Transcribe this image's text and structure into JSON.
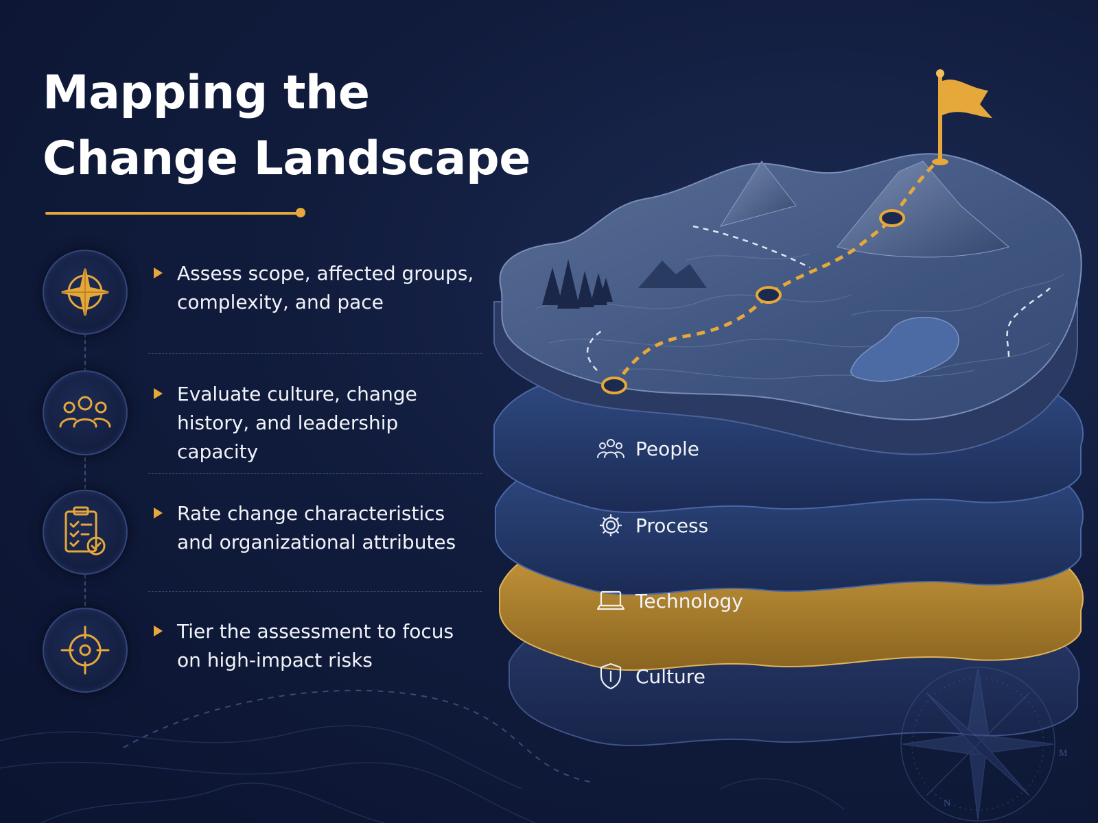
{
  "title": {
    "line1": "Mapping the",
    "line2": "Change Landscape"
  },
  "steps": [
    {
      "icon": "compass-star-icon",
      "text": "Assess scope, affected groups, complexity, and pace"
    },
    {
      "icon": "people-group-icon",
      "text": "Evaluate culture, change history, and leadership capacity"
    },
    {
      "icon": "clipboard-checklist-icon",
      "text": "Rate change characteristics and organizational attributes"
    },
    {
      "icon": "target-crosshair-icon",
      "text": "Tier the assessment to focus on high-impact risks"
    }
  ],
  "layers": [
    {
      "icon": "people-icon",
      "label": "People"
    },
    {
      "icon": "gear-icon",
      "label": "Process"
    },
    {
      "icon": "laptop-icon",
      "label": "Technology"
    },
    {
      "icon": "shield-icon",
      "label": "Culture"
    }
  ],
  "compass": {
    "letters": [
      "N",
      "M"
    ]
  },
  "colors": {
    "background": "#0f1a3a",
    "accent_gold": "#e6a83a",
    "layer_blue": "#2c4478",
    "layer_gold": "#b98a2c",
    "terrain": "#4a5e86"
  }
}
